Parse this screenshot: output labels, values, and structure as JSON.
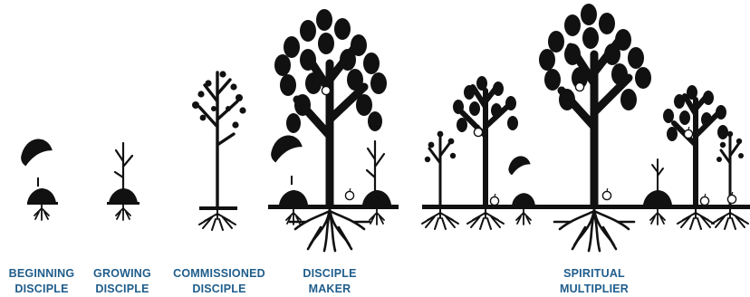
{
  "stages": [
    {
      "line1": "BEGINNING",
      "line2": "DISCIPLE"
    },
    {
      "line1": "GROWING",
      "line2": "DISCIPLE"
    },
    {
      "line1": "COMMISSIONED",
      "line2": "DISCIPLE"
    },
    {
      "line1": "DISCIPLE",
      "line2": "MAKER"
    },
    {
      "line1": "SPIRITUAL",
      "line2": "MULTIPLIER"
    }
  ],
  "colors": {
    "ink": "#111111",
    "label": "#1f5d8c",
    "background": "#ffffff"
  }
}
